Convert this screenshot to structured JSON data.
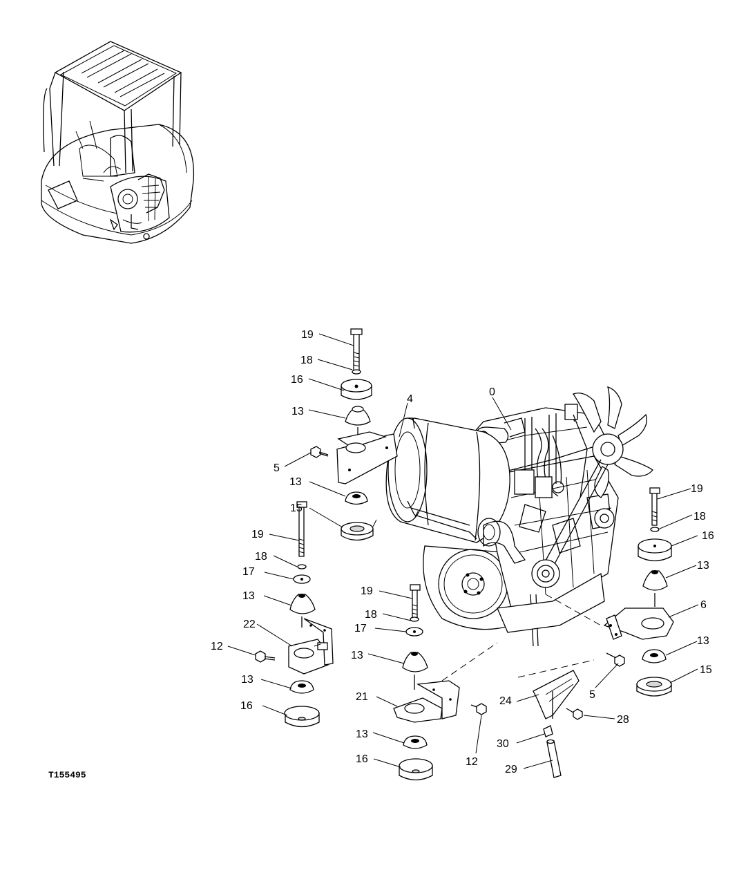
{
  "figure_code": "T155495",
  "callouts": [
    "0",
    "4",
    "5",
    "5",
    "6",
    "12",
    "12",
    "13",
    "13",
    "13",
    "13",
    "13",
    "13",
    "13",
    "13",
    "15",
    "15",
    "16",
    "16",
    "16",
    "16",
    "17",
    "17",
    "18",
    "18",
    "18",
    "18",
    "19",
    "19",
    "19",
    "19",
    "21",
    "22",
    "24",
    "28",
    "29",
    "30"
  ]
}
